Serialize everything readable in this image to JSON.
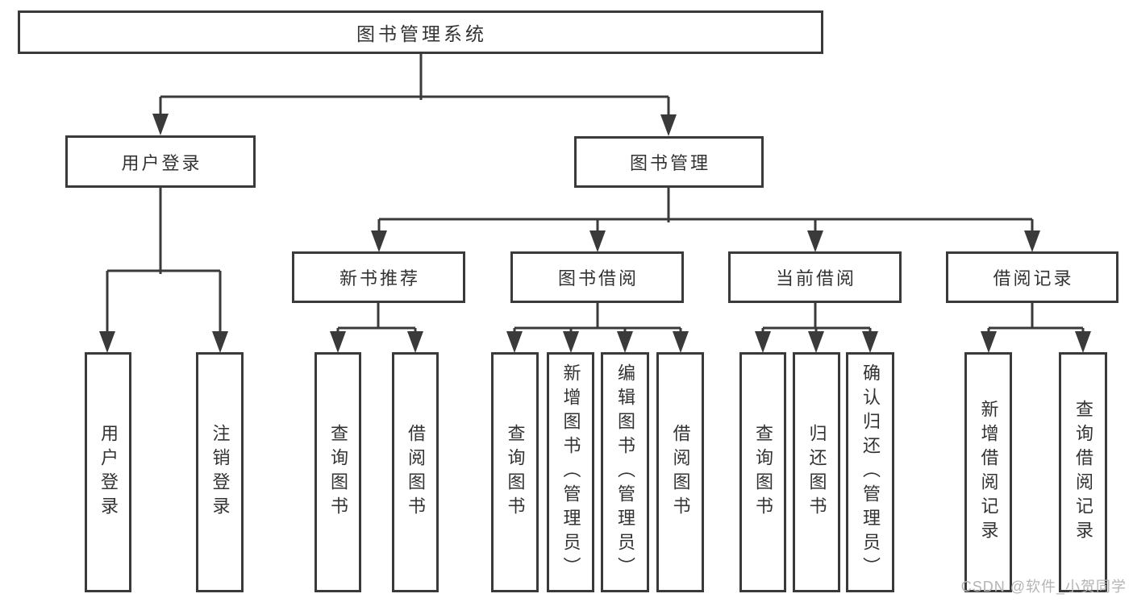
{
  "tree": {
    "root": {
      "label": "图书管理系统"
    },
    "login": {
      "label": "用户登录",
      "children": [
        {
          "label": "用户登录"
        },
        {
          "label": "注销登录"
        }
      ]
    },
    "manage": {
      "label": "图书管理",
      "modules": [
        {
          "label": "新书推荐",
          "children": [
            {
              "label": "查询图书"
            },
            {
              "label": "借阅图书"
            }
          ]
        },
        {
          "label": "图书借阅",
          "children": [
            {
              "label": "查询图书"
            },
            {
              "label": "新增图书（管理员）"
            },
            {
              "label": "编辑图书（管理员）"
            },
            {
              "label": "借阅图书"
            }
          ]
        },
        {
          "label": "当前借阅",
          "children": [
            {
              "label": "查询图书"
            },
            {
              "label": "归还图书"
            },
            {
              "label": "确认归还（管理员）"
            }
          ]
        },
        {
          "label": "借阅记录",
          "children": [
            {
              "label": "新增借阅记录"
            },
            {
              "label": "查询借阅记录"
            }
          ]
        }
      ]
    }
  },
  "watermark": {
    "text": "CSDN @软件_小贺同学"
  },
  "colors": {
    "line": "#3a3a3a",
    "text": "#333333",
    "bg": "#ffffff",
    "box_bg": "#ffffff",
    "watermark": "#b4b4b4"
  }
}
